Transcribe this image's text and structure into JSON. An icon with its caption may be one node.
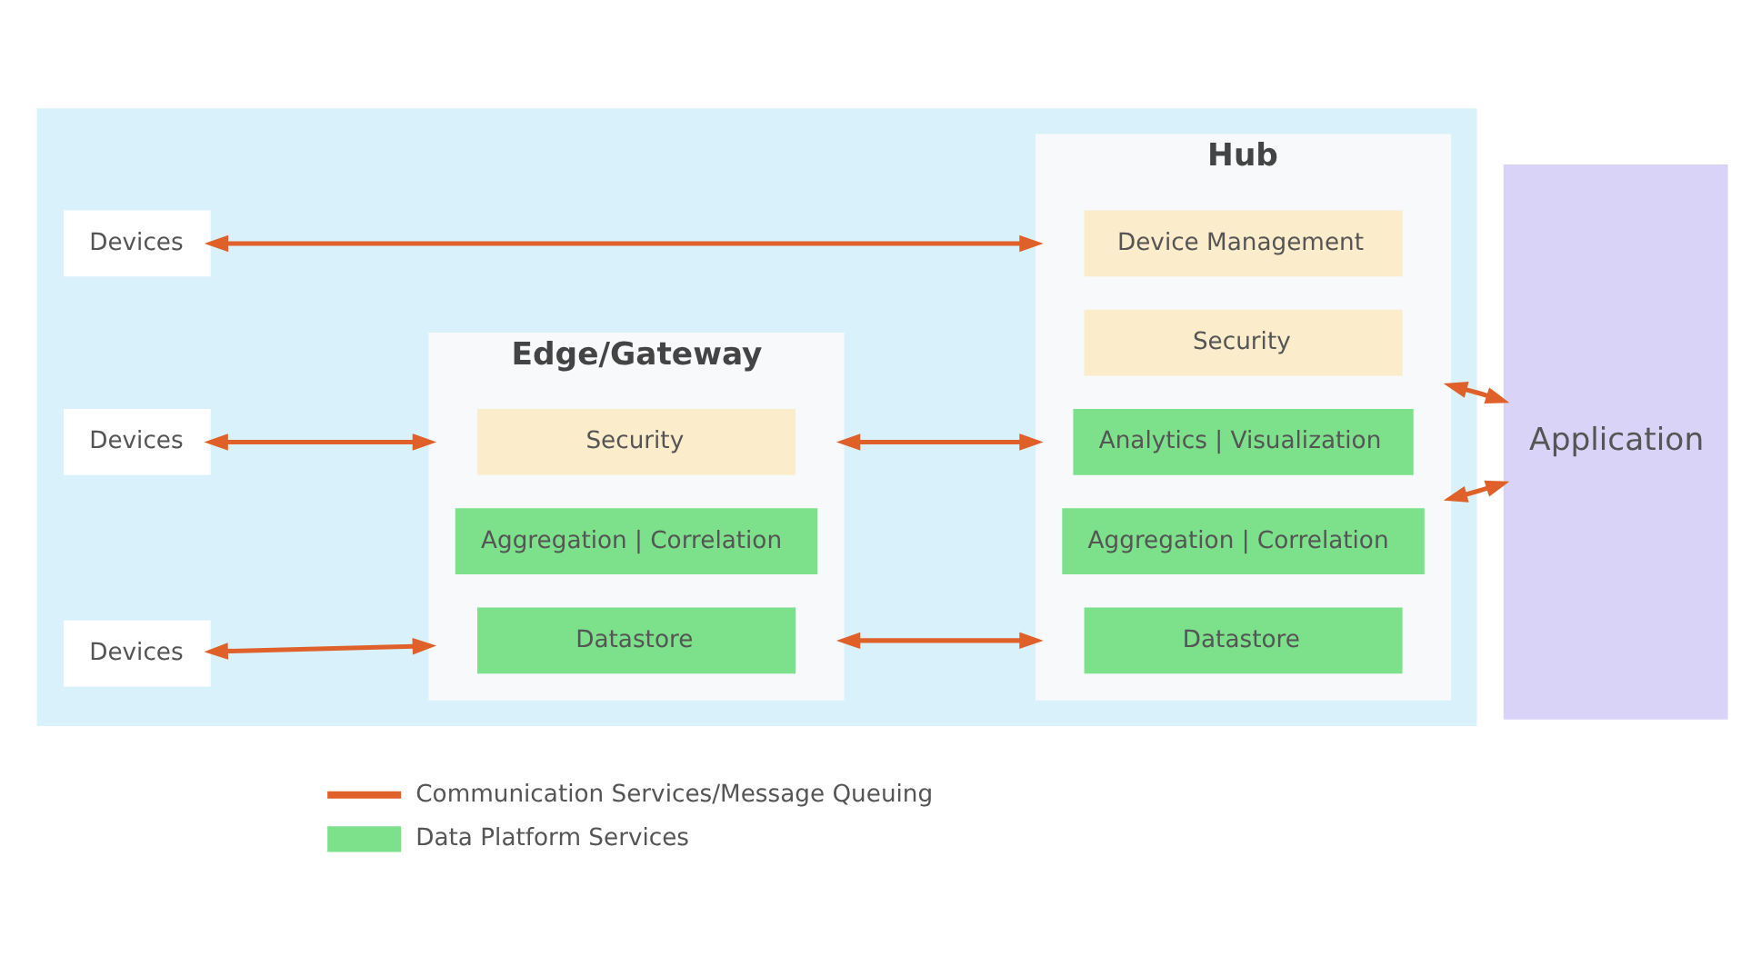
{
  "diagram": {
    "nodes": [
      {
        "text": [],
        "shape": "box"
      },
      {
        "text": [
          "Devices"
        ],
        "in": 0
      },
      {
        "text": [
          "Devices"
        ],
        "in": 0
      },
      {
        "text": [
          "Devices"
        ],
        "in": 0
      },
      {
        "text": [
          "Edge/Gateway"
        ],
        "in": 0
      },
      {
        "text": [
          "Security"
        ],
        "in": 4
      },
      {
        "text": [
          "Aggregation | Correlation"
        ],
        "in": 4
      },
      {
        "text": [
          "Datastore"
        ],
        "in": 4
      },
      {
        "text": [
          "Hub"
        ],
        "in": 0
      },
      {
        "text": [
          "Device Management"
        ],
        "in": 8
      },
      {
        "text": [
          "Security"
        ],
        "in": 8
      },
      {
        "text": [
          "Analytics | Visualization"
        ],
        "in": 8
      },
      {
        "text": [
          "Aggregation | Correlation"
        ],
        "in": 8
      },
      {
        "text": [
          "Datastore"
        ],
        "in": 8
      },
      {
        "text": [
          "Application"
        ]
      }
    ],
    "edges": [
      {
        "from": 1,
        "to": 8,
        "arrow": "both"
      },
      {
        "from": 2,
        "to": 4,
        "arrow": "both"
      },
      {
        "from": 3,
        "to": 4,
        "arrow": "both"
      },
      {
        "from": 4,
        "to": 8,
        "arrow": "both"
      },
      {
        "from": 4,
        "to": 8,
        "arrow": "both"
      },
      {
        "from": 8,
        "to": 14,
        "arrow": "both"
      },
      {
        "from": 8,
        "to": 14,
        "arrow": "both"
      }
    ],
    "legend": [
      {
        "text": "Communication Services/Message Queuing"
      },
      {
        "text": "Data Platform Services",
        "color": "#7de08a"
      }
    ]
  }
}
